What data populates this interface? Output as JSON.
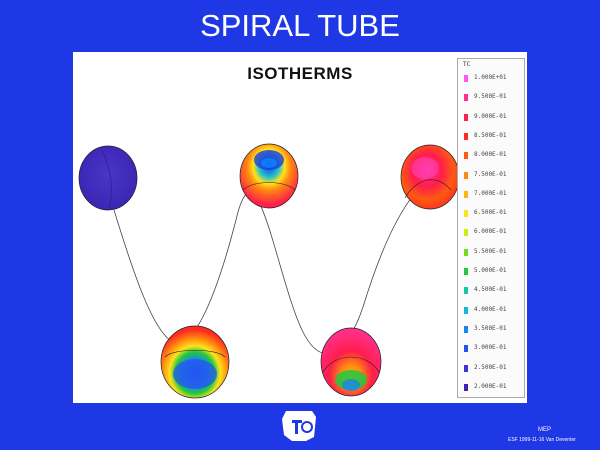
{
  "slide": {
    "title": "SPIRAL TUBE"
  },
  "figure": {
    "title": "ISOTHERMS"
  },
  "legend": {
    "title": "TC",
    "items": [
      {
        "label": "1.000E+01",
        "color": "#ff55ff"
      },
      {
        "label": "9.500E-01",
        "color": "#ff2f8a"
      },
      {
        "label": "9.000E-01",
        "color": "#ff1e4a"
      },
      {
        "label": "8.500E-01",
        "color": "#ff2a20"
      },
      {
        "label": "8.000E-01",
        "color": "#ff5a12"
      },
      {
        "label": "7.500E-01",
        "color": "#ff8a10"
      },
      {
        "label": "7.000E-01",
        "color": "#ffb516"
      },
      {
        "label": "6.500E-01",
        "color": "#ffe21a"
      },
      {
        "label": "6.000E-01",
        "color": "#c8ef18"
      },
      {
        "label": "5.500E-01",
        "color": "#73dc1c"
      },
      {
        "label": "5.000E-01",
        "color": "#22c840"
      },
      {
        "label": "4.500E-01",
        "color": "#17c7a0"
      },
      {
        "label": "4.000E-01",
        "color": "#12b8da"
      },
      {
        "label": "3.500E-01",
        "color": "#1a85ef"
      },
      {
        "label": "3.000E-01",
        "color": "#2456ef"
      },
      {
        "label": "2.500E-01",
        "color": "#3a35d6"
      },
      {
        "label": "2.000E-01",
        "color": "#4620b0"
      }
    ]
  },
  "footer": {
    "code": "MEP",
    "ref": "ESF 1999-11-16 Van Deventer",
    "logo_icon": "txo-logo-icon"
  }
}
